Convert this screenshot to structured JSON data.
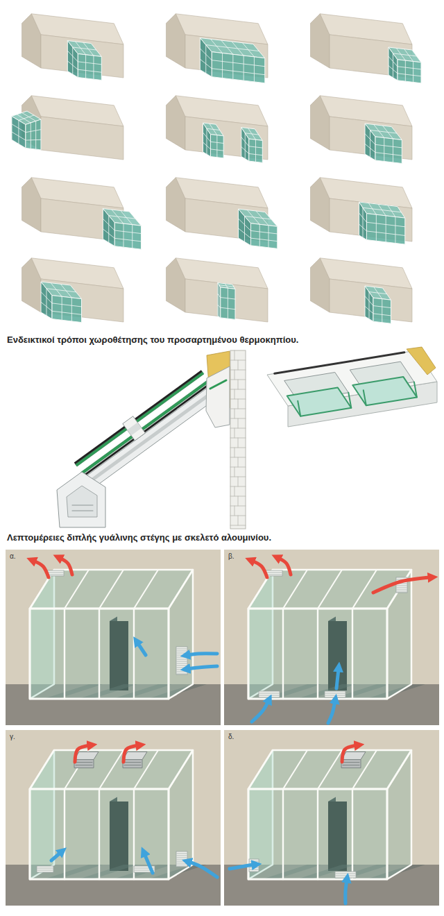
{
  "diagram": {
    "labels": [
      "Ενδεικτικοί τρόποι χωροθέτησης του προσαρτημένου θερμοκηπίου.",
      "Λεπτομέρειες διπλής γυάλινης στέγης με σκελετό αλουμινίου.",
      "α.",
      "β.",
      "γ.",
      "δ."
    ]
  }
}
